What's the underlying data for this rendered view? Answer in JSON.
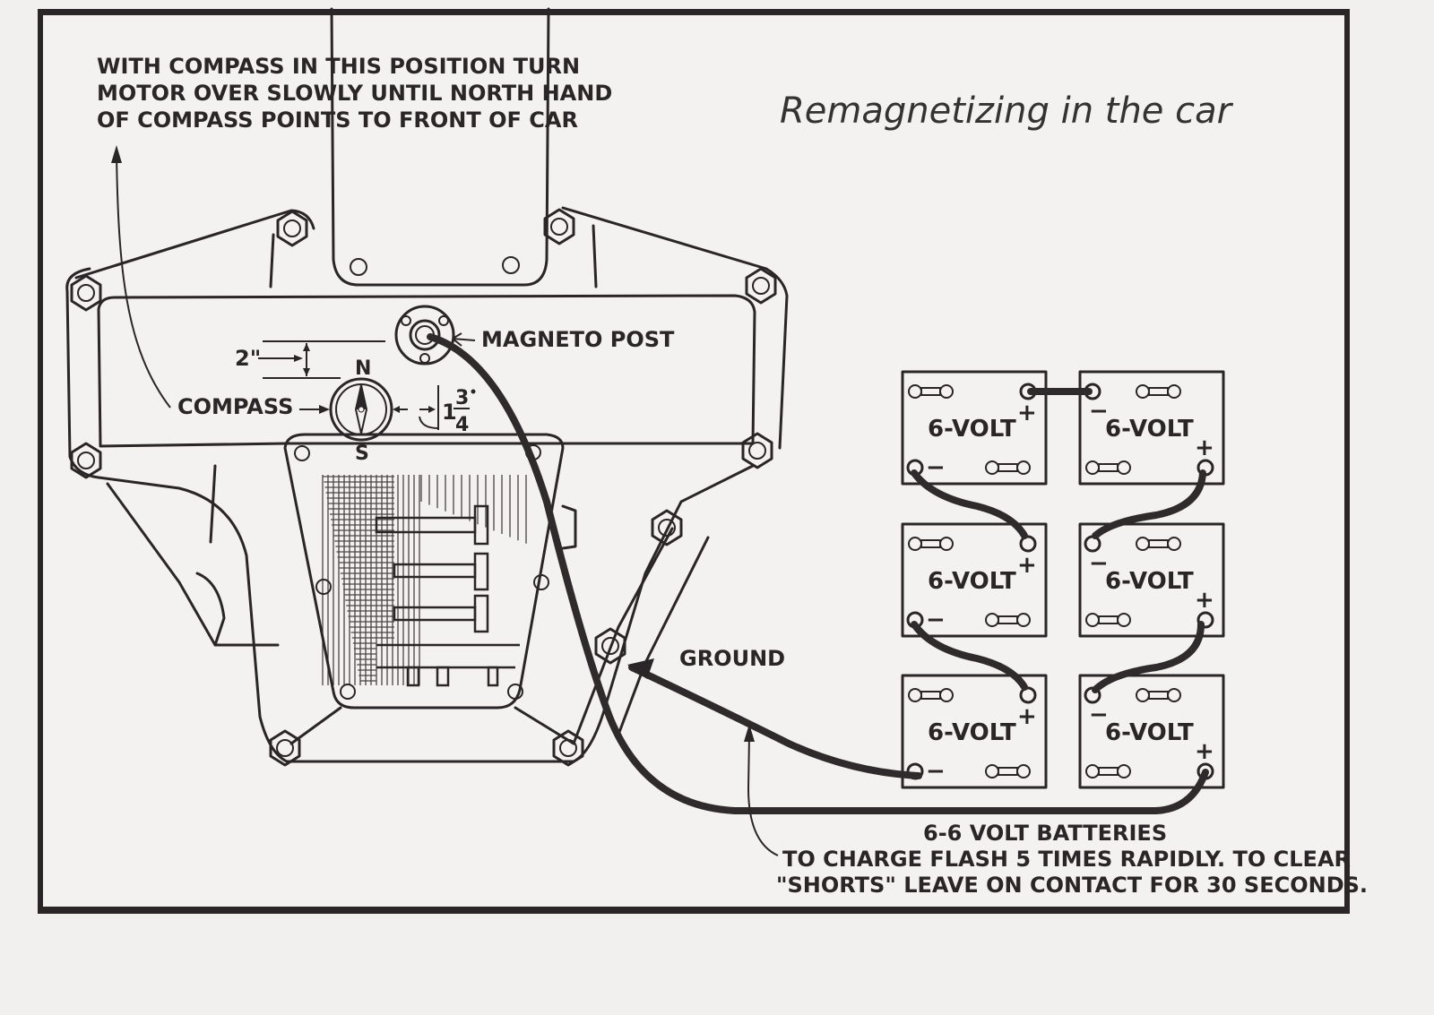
{
  "title": "Remagnetizing in the car",
  "instructions": {
    "top_lines": [
      "WITH COMPASS IN THIS POSITION TURN",
      "MOTOR OVER SLOWLY UNTIL NORTH HAND",
      "OF COMPASS POINTS TO FRONT OF CAR"
    ],
    "bottom_lines": [
      "TO CHARGE FLASH 5 TIMES RAPIDLY. TO CLEAR",
      "\"SHORTS\" LEAVE ON CONTACT FOR 30 SECONDS."
    ]
  },
  "labels": {
    "magneto_post": "MAGNETO POST",
    "compass": "COMPASS",
    "ground": "GROUND",
    "batteries": "6-6 VOLT BATTERIES",
    "dim_vertical": "2\"",
    "dim_horizontal_whole": "1",
    "dim_horizontal_num": "3",
    "dim_horizontal_den": "4",
    "dim_horizontal_unit": "\"",
    "compass_north": "N",
    "compass_south": "S"
  },
  "batteries": [
    {
      "label": "6-VOLT",
      "position": "top-left"
    },
    {
      "label": "6-VOLT",
      "position": "top-right"
    },
    {
      "label": "6-VOLT",
      "position": "middle-left"
    },
    {
      "label": "6-VOLT",
      "position": "middle-right"
    },
    {
      "label": "6-VOLT",
      "position": "bottom-left"
    },
    {
      "label": "6-VOLT",
      "position": "bottom-right"
    }
  ],
  "terminals": {
    "positive": "+",
    "negative": "−"
  }
}
